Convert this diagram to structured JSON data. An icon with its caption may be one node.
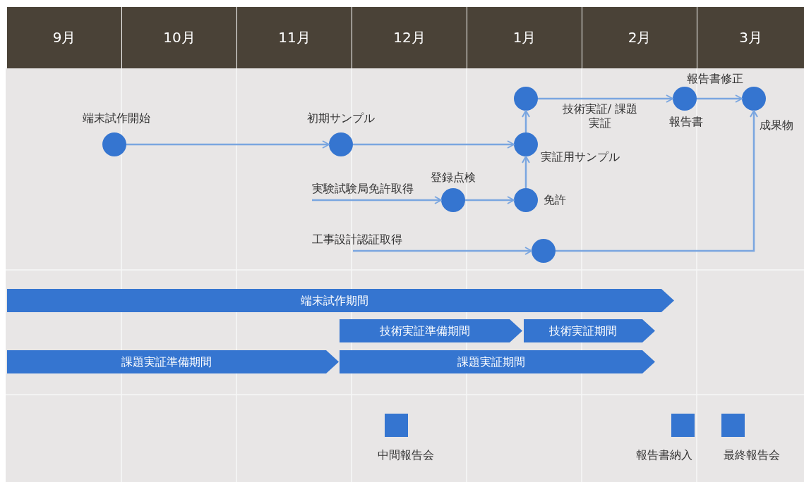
{
  "diagram": {
    "nodes": [
      {
        "text": [
          "9月"
        ]
      },
      {
        "text": [
          "10月"
        ]
      },
      {
        "text": [
          "11月"
        ]
      },
      {
        "text": [
          "12月"
        ]
      },
      {
        "text": [
          "1月"
        ]
      },
      {
        "text": [
          "2月"
        ]
      },
      {
        "text": [
          "3月"
        ]
      },
      {
        "text": [],
        "shape": "circle",
        "beside": [
          "端末試作開始"
        ]
      },
      {
        "text": [],
        "shape": "circle",
        "beside": [
          "初期サンプル"
        ]
      },
      {
        "text": [],
        "shape": "circle",
        "beside": [
          "実証用サンプル"
        ]
      },
      {
        "text": [],
        "shape": "circle"
      },
      {
        "text": [],
        "shape": "circle",
        "beside": [
          "報告書"
        ]
      },
      {
        "text": [],
        "shape": "circle",
        "beside": [
          "成果物"
        ]
      },
      {
        "text": [],
        "shape": "circle",
        "beside": [
          "登録点検"
        ]
      },
      {
        "text": [],
        "shape": "circle",
        "beside": [
          "免許"
        ]
      },
      {
        "text": [],
        "shape": "circle"
      },
      {
        "text": [
          "端末試作期間"
        ]
      },
      {
        "text": [
          "技術実証準備期間"
        ]
      },
      {
        "text": [
          "技術実証期間"
        ]
      },
      {
        "text": [
          "課題実証準備期間"
        ]
      },
      {
        "text": [
          "課題実証期間"
        ]
      },
      {
        "text": [],
        "shape": "box",
        "beside": [
          "中間報告会"
        ]
      },
      {
        "text": [],
        "shape": "box",
        "beside": [
          "報告書納入"
        ]
      },
      {
        "text": [],
        "shape": "box",
        "beside": [
          "最終報告会"
        ]
      }
    ],
    "edges": [
      {
        "from": 7,
        "to": 8,
        "arrow": "to"
      },
      {
        "from": 8,
        "to": 9,
        "arrow": "to"
      },
      {
        "from": 9,
        "to": 10,
        "arrow": "to"
      },
      {
        "from": 10,
        "to": 11,
        "arrow": "to",
        "label": "技術実証/ 課題実証"
      },
      {
        "from": 11,
        "to": 12,
        "arrow": "to",
        "label": "報告書修正"
      },
      {
        "from": null,
        "to": 13,
        "arrow": "to",
        "label": "実験試験局免許取得"
      },
      {
        "from": 13,
        "to": 14,
        "arrow": "to"
      },
      {
        "from": 14,
        "to": 9,
        "arrow": "to"
      },
      {
        "from": null,
        "to": 15,
        "arrow": "to",
        "label": "工事設計認証取得"
      },
      {
        "from": 15,
        "to": 12,
        "arrow": "to"
      }
    ]
  }
}
